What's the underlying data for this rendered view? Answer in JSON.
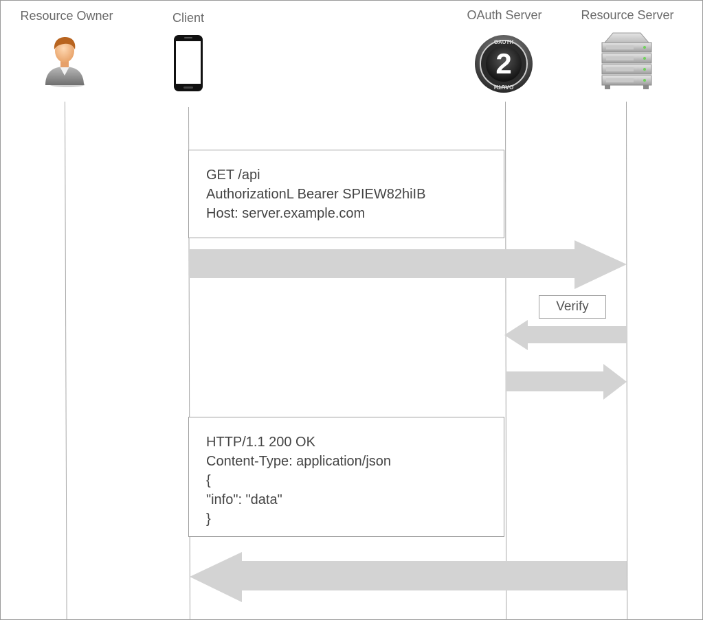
{
  "actors": {
    "resource_owner": {
      "label": "Resource Owner",
      "icon": "person-icon"
    },
    "client": {
      "label": "Client",
      "icon": "smartphone-icon"
    },
    "oauth_server": {
      "label": "OAuth Server",
      "icon": "oauth2-logo",
      "logo_text_top": "OAUTH",
      "logo_text_bottom": "OAUTH",
      "logo_number": "2"
    },
    "resource_server": {
      "label": "Resource Server",
      "icon": "server-rack-icon"
    }
  },
  "messages": {
    "request": {
      "lines": [
        "GET /api",
        "AuthorizationL Bearer SPIEW82hiIB",
        "Host: server.example.com"
      ]
    },
    "verify": {
      "label": "Verify"
    },
    "response": {
      "lines": [
        "HTTP/1.1 200 OK",
        "Content-Type: application/json",
        "{",
        "\"info\": \"data\"",
        "}"
      ]
    }
  },
  "colors": {
    "arrow": "#d3d3d3",
    "lifeline": "#a8a8a8",
    "border": "#9d9d9d",
    "label": "#6a6a6a"
  }
}
